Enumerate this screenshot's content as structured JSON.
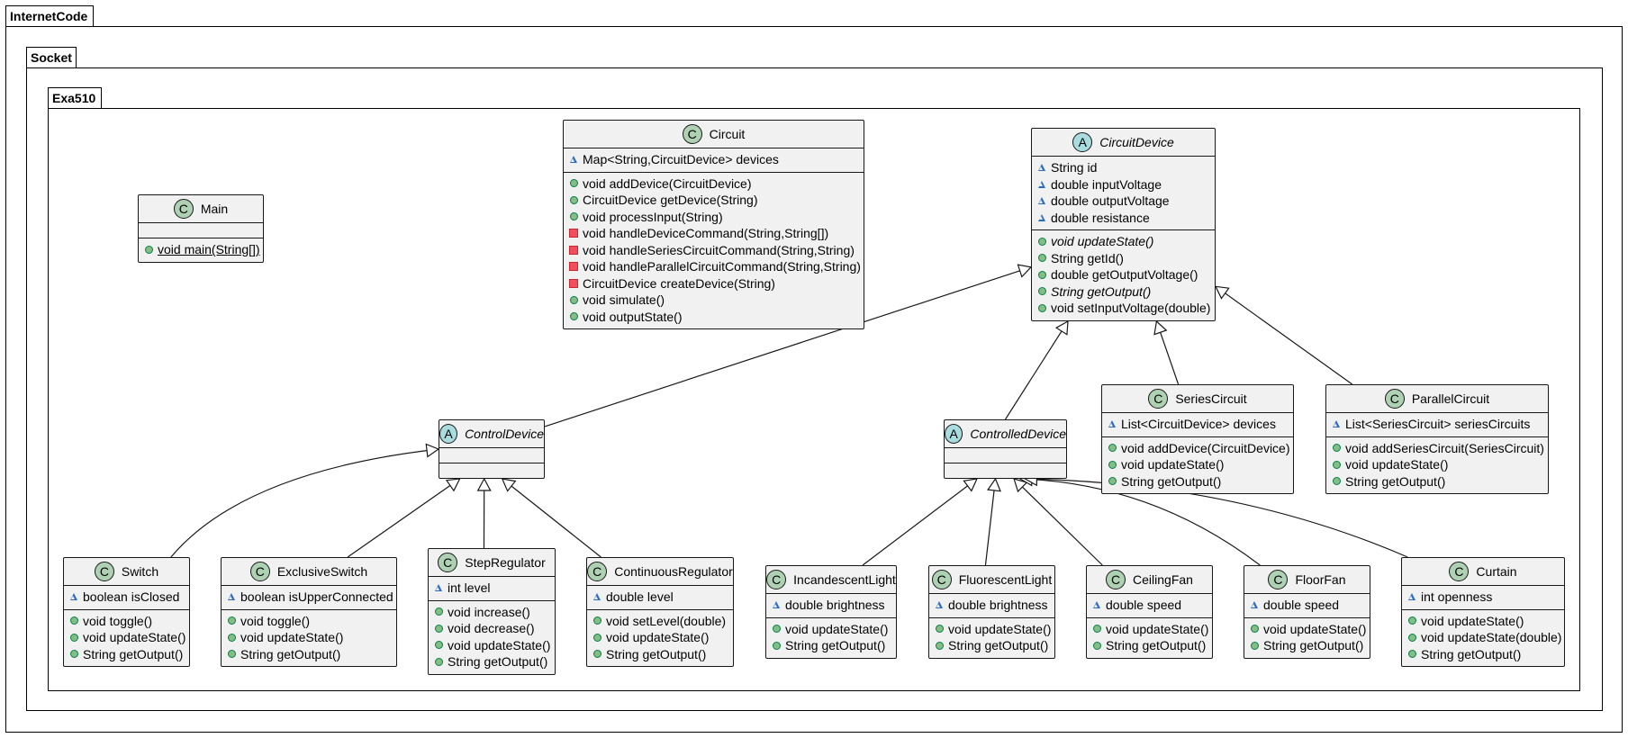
{
  "packages": {
    "outer": "InternetCode",
    "middle": "Socket",
    "inner": "Exa510"
  },
  "classes": {
    "main": {
      "name": "Main",
      "kind": "C",
      "fields": [],
      "methods": [
        {
          "vis": "public",
          "text": "void main(String[])",
          "static": true
        }
      ]
    },
    "circuit": {
      "name": "Circuit",
      "kind": "C",
      "fields": [
        {
          "vis": "package",
          "text": "Map<String,CircuitDevice> devices"
        }
      ],
      "methods": [
        {
          "vis": "public",
          "text": "void addDevice(CircuitDevice)"
        },
        {
          "vis": "public",
          "text": "CircuitDevice getDevice(String)"
        },
        {
          "vis": "public",
          "text": "void processInput(String)"
        },
        {
          "vis": "private",
          "text": "void handleDeviceCommand(String,String[])"
        },
        {
          "vis": "private",
          "text": "void handleSeriesCircuitCommand(String,String)"
        },
        {
          "vis": "private",
          "text": "void handleParallelCircuitCommand(String,String)"
        },
        {
          "vis": "private",
          "text": "CircuitDevice createDevice(String)"
        },
        {
          "vis": "public",
          "text": "void simulate()"
        },
        {
          "vis": "public",
          "text": "void outputState()"
        }
      ]
    },
    "circuitDevice": {
      "name": "CircuitDevice",
      "kind": "A",
      "fields": [
        {
          "vis": "package",
          "text": "String id"
        },
        {
          "vis": "package",
          "text": "double inputVoltage"
        },
        {
          "vis": "package",
          "text": "double outputVoltage"
        },
        {
          "vis": "package",
          "text": "double resistance"
        }
      ],
      "methods": [
        {
          "vis": "public",
          "text": "void updateState()",
          "italic": true
        },
        {
          "vis": "public",
          "text": "String getId()"
        },
        {
          "vis": "public",
          "text": "double getOutputVoltage()"
        },
        {
          "vis": "public",
          "text": "String getOutput()",
          "italic": true
        },
        {
          "vis": "public",
          "text": "void setInputVoltage(double)"
        }
      ]
    },
    "controlDevice": {
      "name": "ControlDevice",
      "kind": "A",
      "fields": [],
      "methods": []
    },
    "controlledDevice": {
      "name": "ControlledDevice",
      "kind": "A",
      "fields": [],
      "methods": []
    },
    "seriesCircuit": {
      "name": "SeriesCircuit",
      "kind": "C",
      "fields": [
        {
          "vis": "package",
          "text": "List<CircuitDevice> devices"
        }
      ],
      "methods": [
        {
          "vis": "public",
          "text": "void addDevice(CircuitDevice)"
        },
        {
          "vis": "public",
          "text": "void updateState()"
        },
        {
          "vis": "public",
          "text": "String getOutput()"
        }
      ]
    },
    "parallelCircuit": {
      "name": "ParallelCircuit",
      "kind": "C",
      "fields": [
        {
          "vis": "package",
          "text": "List<SeriesCircuit> seriesCircuits"
        }
      ],
      "methods": [
        {
          "vis": "public",
          "text": "void addSeriesCircuit(SeriesCircuit)"
        },
        {
          "vis": "public",
          "text": "void updateState()"
        },
        {
          "vis": "public",
          "text": "String getOutput()"
        }
      ]
    },
    "switch": {
      "name": "Switch",
      "kind": "C",
      "fields": [
        {
          "vis": "package",
          "text": "boolean isClosed"
        }
      ],
      "methods": [
        {
          "vis": "public",
          "text": "void toggle()"
        },
        {
          "vis": "public",
          "text": "void updateState()"
        },
        {
          "vis": "public",
          "text": "String getOutput()"
        }
      ]
    },
    "exclusiveSwitch": {
      "name": "ExclusiveSwitch",
      "kind": "C",
      "fields": [
        {
          "vis": "package",
          "text": "boolean isUpperConnected"
        }
      ],
      "methods": [
        {
          "vis": "public",
          "text": "void toggle()"
        },
        {
          "vis": "public",
          "text": "void updateState()"
        },
        {
          "vis": "public",
          "text": "String getOutput()"
        }
      ]
    },
    "stepRegulator": {
      "name": "StepRegulator",
      "kind": "C",
      "fields": [
        {
          "vis": "package",
          "text": "int level"
        }
      ],
      "methods": [
        {
          "vis": "public",
          "text": "void increase()"
        },
        {
          "vis": "public",
          "text": "void decrease()"
        },
        {
          "vis": "public",
          "text": "void updateState()"
        },
        {
          "vis": "public",
          "text": "String getOutput()"
        }
      ]
    },
    "continuousRegulator": {
      "name": "ContinuousRegulator",
      "kind": "C",
      "fields": [
        {
          "vis": "package",
          "text": "double level"
        }
      ],
      "methods": [
        {
          "vis": "public",
          "text": "void setLevel(double)"
        },
        {
          "vis": "public",
          "text": "void updateState()"
        },
        {
          "vis": "public",
          "text": "String getOutput()"
        }
      ]
    },
    "incandescentLight": {
      "name": "IncandescentLight",
      "kind": "C",
      "fields": [
        {
          "vis": "package",
          "text": "double brightness"
        }
      ],
      "methods": [
        {
          "vis": "public",
          "text": "void updateState()"
        },
        {
          "vis": "public",
          "text": "String getOutput()"
        }
      ]
    },
    "fluorescentLight": {
      "name": "FluorescentLight",
      "kind": "C",
      "fields": [
        {
          "vis": "package",
          "text": "double brightness"
        }
      ],
      "methods": [
        {
          "vis": "public",
          "text": "void updateState()"
        },
        {
          "vis": "public",
          "text": "String getOutput()"
        }
      ]
    },
    "ceilingFan": {
      "name": "CeilingFan",
      "kind": "C",
      "fields": [
        {
          "vis": "package",
          "text": "double speed"
        }
      ],
      "methods": [
        {
          "vis": "public",
          "text": "void updateState()"
        },
        {
          "vis": "public",
          "text": "String getOutput()"
        }
      ]
    },
    "floorFan": {
      "name": "FloorFan",
      "kind": "C",
      "fields": [
        {
          "vis": "package",
          "text": "double speed"
        }
      ],
      "methods": [
        {
          "vis": "public",
          "text": "void updateState()"
        },
        {
          "vis": "public",
          "text": "String getOutput()"
        }
      ]
    },
    "curtain": {
      "name": "Curtain",
      "kind": "C",
      "fields": [
        {
          "vis": "package",
          "text": "int openness"
        }
      ],
      "methods": [
        {
          "vis": "public",
          "text": "void updateState()"
        },
        {
          "vis": "public",
          "text": "void updateState(double)"
        },
        {
          "vis": "public",
          "text": "String getOutput()"
        }
      ]
    }
  },
  "inheritance": [
    {
      "child": "controlDevice",
      "parent": "circuitDevice"
    },
    {
      "child": "controlledDevice",
      "parent": "circuitDevice"
    },
    {
      "child": "seriesCircuit",
      "parent": "circuitDevice"
    },
    {
      "child": "parallelCircuit",
      "parent": "circuitDevice"
    },
    {
      "child": "switch",
      "parent": "controlDevice"
    },
    {
      "child": "exclusiveSwitch",
      "parent": "controlDevice"
    },
    {
      "child": "stepRegulator",
      "parent": "controlDevice"
    },
    {
      "child": "continuousRegulator",
      "parent": "controlDevice"
    },
    {
      "child": "incandescentLight",
      "parent": "controlledDevice"
    },
    {
      "child": "fluorescentLight",
      "parent": "controlledDevice"
    },
    {
      "child": "ceilingFan",
      "parent": "controlledDevice"
    },
    {
      "child": "floorFan",
      "parent": "controlledDevice"
    },
    {
      "child": "curtain",
      "parent": "controlledDevice"
    }
  ]
}
